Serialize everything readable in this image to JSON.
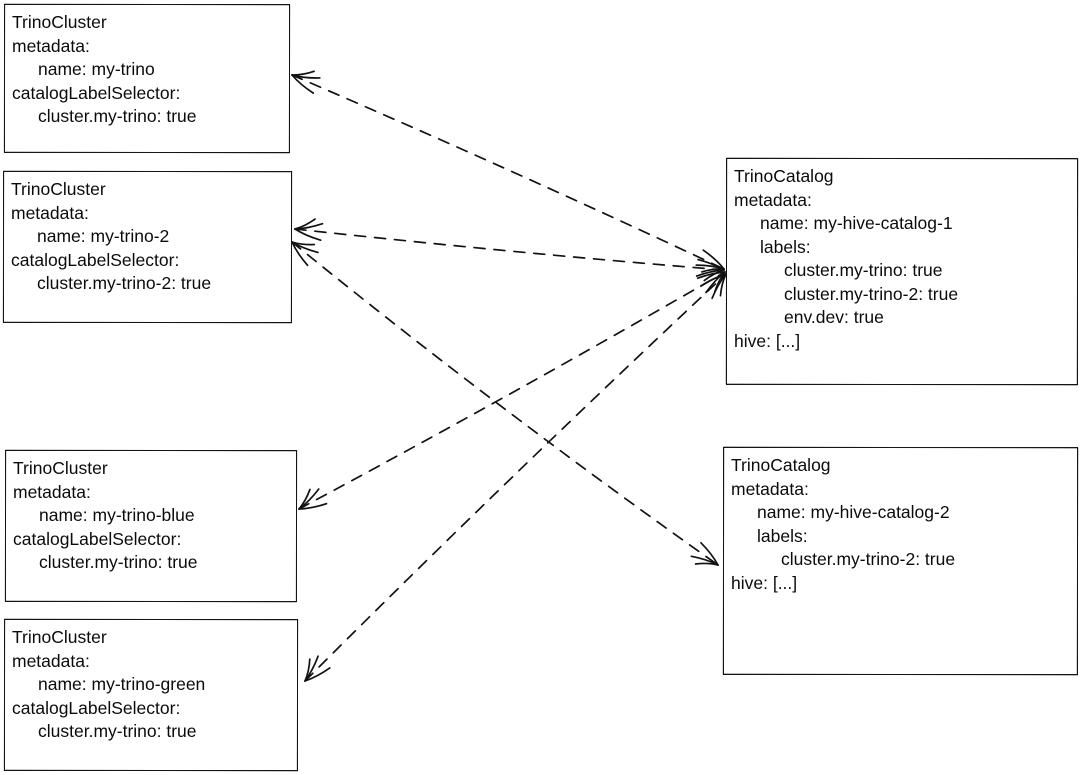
{
  "style": {
    "ink": "#121212",
    "background": "#ffffff",
    "dash_pattern": "11 9"
  },
  "nodes": [
    {
      "id": "my-trino",
      "kind": "TrinoCluster",
      "lines": [
        "TrinoCluster",
        "metadata:",
        "name: my-trino",
        "catalogLabelSelector:",
        "cluster.my-trino: true"
      ]
    },
    {
      "id": "my-trino-2",
      "kind": "TrinoCluster",
      "lines": [
        "TrinoCluster",
        "metadata:",
        "name: my-trino-2",
        "catalogLabelSelector:",
        "cluster.my-trino-2: true"
      ]
    },
    {
      "id": "my-trino-blue",
      "kind": "TrinoCluster",
      "lines": [
        "TrinoCluster",
        "metadata:",
        "name: my-trino-blue",
        "catalogLabelSelector:",
        "cluster.my-trino: true"
      ]
    },
    {
      "id": "my-trino-green",
      "kind": "TrinoCluster",
      "lines": [
        "TrinoCluster",
        "metadata:",
        "name: my-trino-green",
        "catalogLabelSelector:",
        "cluster.my-trino: true"
      ]
    },
    {
      "id": "my-hive-catalog-1",
      "kind": "TrinoCatalog",
      "lines": [
        "TrinoCatalog",
        "metadata:",
        "name: my-hive-catalog-1",
        "labels:",
        "cluster.my-trino: true",
        "cluster.my-trino-2: true",
        "env.dev: true",
        "hive: [...]"
      ]
    },
    {
      "id": "my-hive-catalog-2",
      "kind": "TrinoCatalog",
      "lines": [
        "TrinoCatalog",
        "metadata:",
        "name: my-hive-catalog-2",
        "labels:",
        "cluster.my-trino-2: true",
        "hive: [...]"
      ]
    }
  ],
  "edges": [
    {
      "id": "e1",
      "from": "my-trino",
      "to": "my-hive-catalog-1",
      "direction": "both",
      "line_style": "dashed"
    },
    {
      "id": "e2",
      "from": "my-trino-2",
      "to": "my-hive-catalog-1",
      "direction": "both",
      "line_style": "dashed"
    },
    {
      "id": "e3",
      "from": "my-trino-blue",
      "to": "my-hive-catalog-1",
      "direction": "both",
      "line_style": "dashed"
    },
    {
      "id": "e4",
      "from": "my-trino-green",
      "to": "my-hive-catalog-1",
      "direction": "both",
      "line_style": "dashed"
    },
    {
      "id": "e5",
      "from": "my-trino-2",
      "to": "my-hive-catalog-2",
      "direction": "both",
      "line_style": "dashed"
    }
  ]
}
